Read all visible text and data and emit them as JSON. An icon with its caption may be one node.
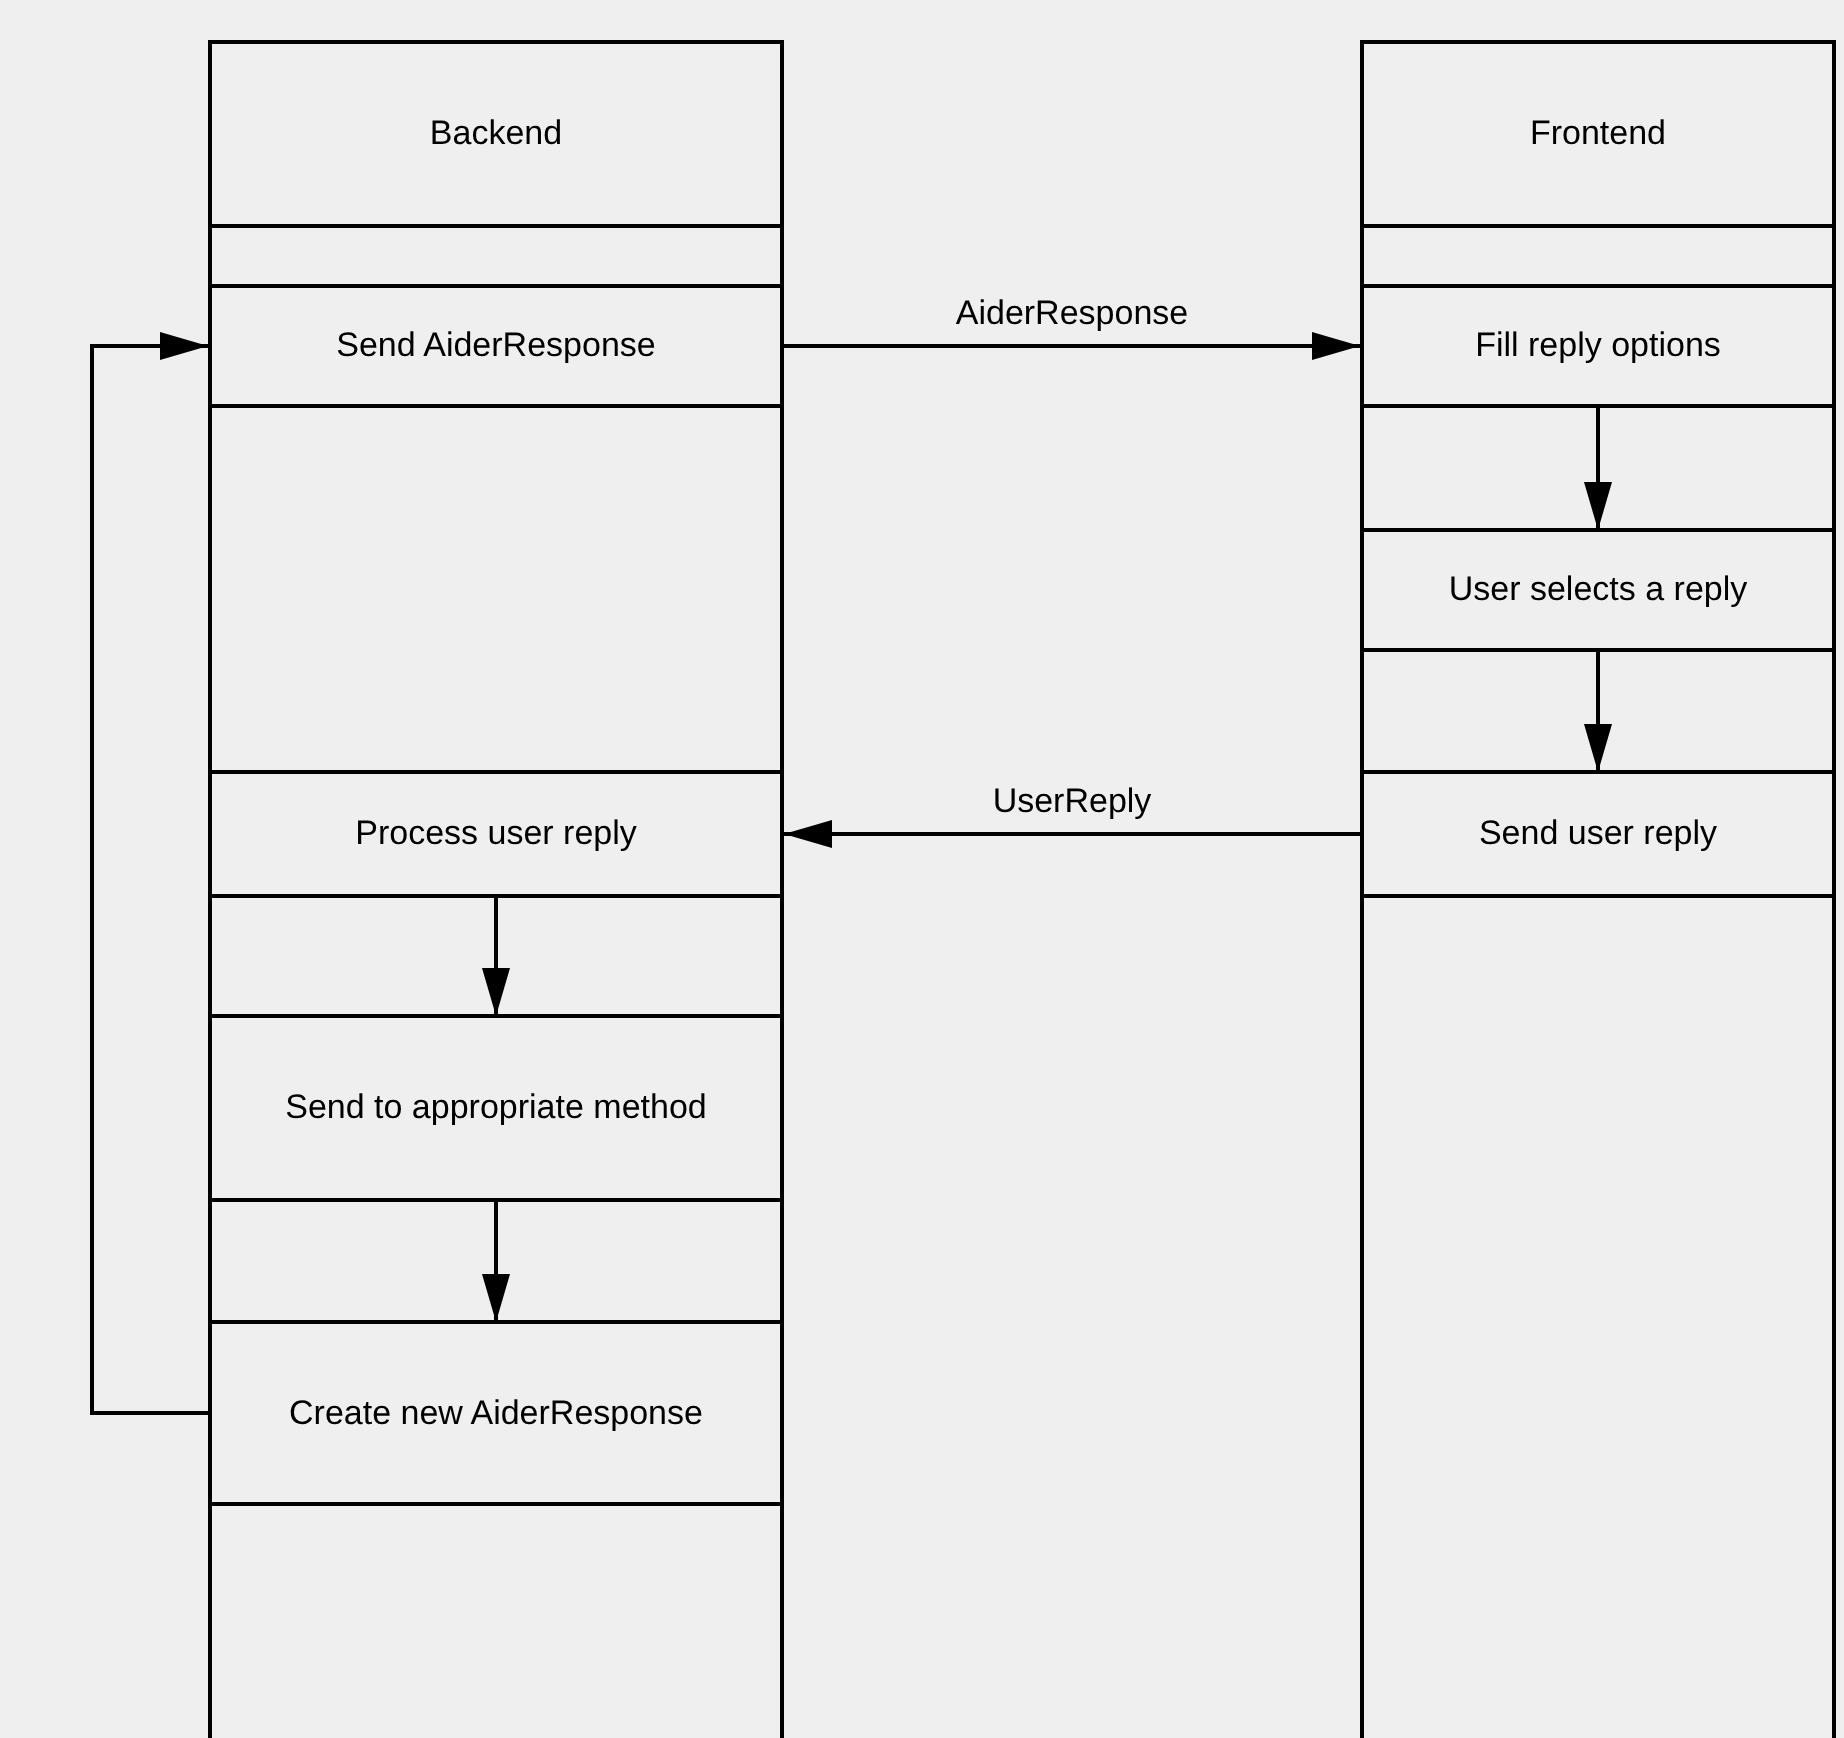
{
  "diagram": {
    "nodes": [
      {
        "text": [
          "Backend"
        ]
      },
      {
        "text": [
          "Send AiderResponse"
        ],
        "in": 0
      },
      {
        "text": [
          "Process user reply"
        ],
        "in": 0
      },
      {
        "text": [
          "Send to appropriate method"
        ],
        "in": 0
      },
      {
        "text": [
          "Create new AiderResponse"
        ],
        "in": 0
      },
      {
        "text": [
          "Frontend"
        ]
      },
      {
        "text": [
          "Fill reply options"
        ],
        "in": 5
      },
      {
        "text": [
          "User selects a reply"
        ],
        "in": 5
      },
      {
        "text": [
          "Send user reply"
        ],
        "in": 5
      }
    ],
    "edges": [
      {
        "from": 1,
        "to": 6,
        "arrow": "to",
        "label": "AiderResponse"
      },
      {
        "from": 6,
        "to": 7,
        "arrow": "to"
      },
      {
        "from": 7,
        "to": 8,
        "arrow": "to"
      },
      {
        "from": 8,
        "to": 2,
        "arrow": "to",
        "label": "UserReply"
      },
      {
        "from": 2,
        "to": 3,
        "arrow": "to"
      },
      {
        "from": 3,
        "to": 4,
        "arrow": "to"
      },
      {
        "from": 4,
        "to": 1,
        "arrow": "to"
      }
    ]
  }
}
